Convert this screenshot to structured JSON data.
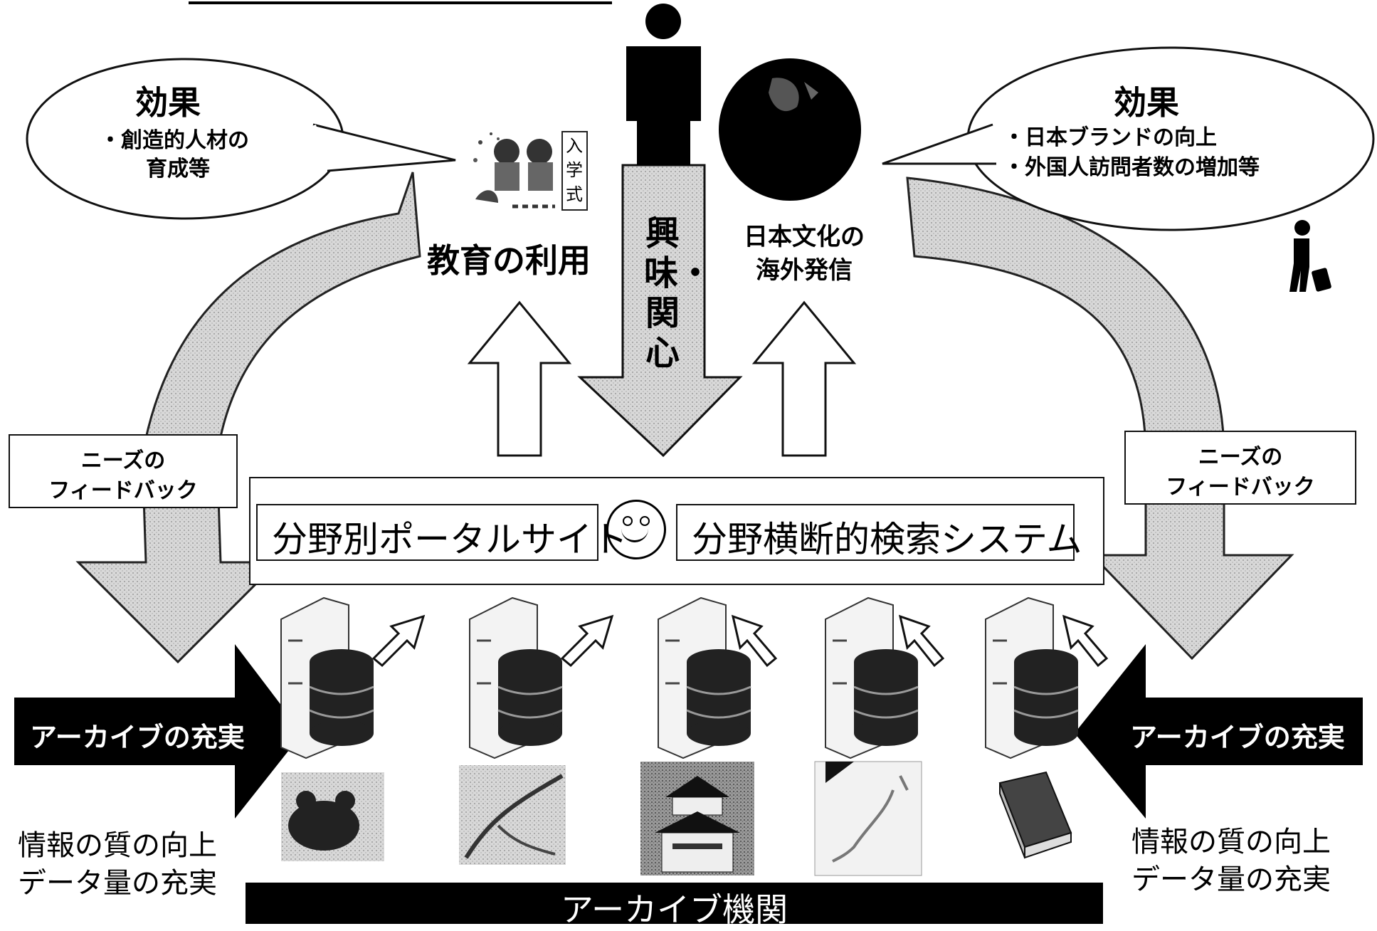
{
  "speech_left": {
    "title": "効果",
    "lines": [
      "・創造的人材の",
      "育成等"
    ]
  },
  "speech_right": {
    "title": "効果",
    "lines": [
      "・日本ブランドの向上",
      "・外国人訪問者数の増加等"
    ]
  },
  "ceremony_sign": "入学式",
  "education_label": "教育の利用",
  "interest_label": "興味・関心",
  "culture_label": [
    "日本文化の",
    "海外発信"
  ],
  "feedback_left": [
    "ニーズの",
    "フィードバック"
  ],
  "feedback_right": [
    "ニーズの",
    "フィードバック"
  ],
  "portal_label": "分野別ポータルサイト",
  "search_label": "分野横断的検索システム",
  "archive_enrich_left": "アーカイブの充実",
  "archive_enrich_right": "アーカイブの充実",
  "info_left": [
    "情報の質の向上",
    "データ量の充実"
  ],
  "info_right": [
    "情報の質の向上",
    "データ量の充実"
  ],
  "archive_org": "アーカイブ機関",
  "icons": {
    "person": "person-icon",
    "globe": "globe-icon",
    "traveler": "traveler-icon",
    "smiley": "smiley-icon",
    "server": "server-database-icon",
    "frog": "frog-photo",
    "blossom": "cherry-blossom-photo",
    "castle": "castle-photo",
    "map": "japan-map-photo",
    "book": "book-icon"
  },
  "colors": {
    "ink": "#000000",
    "fill_stipple": "#cfcfcf",
    "paper": "#ffffff"
  }
}
